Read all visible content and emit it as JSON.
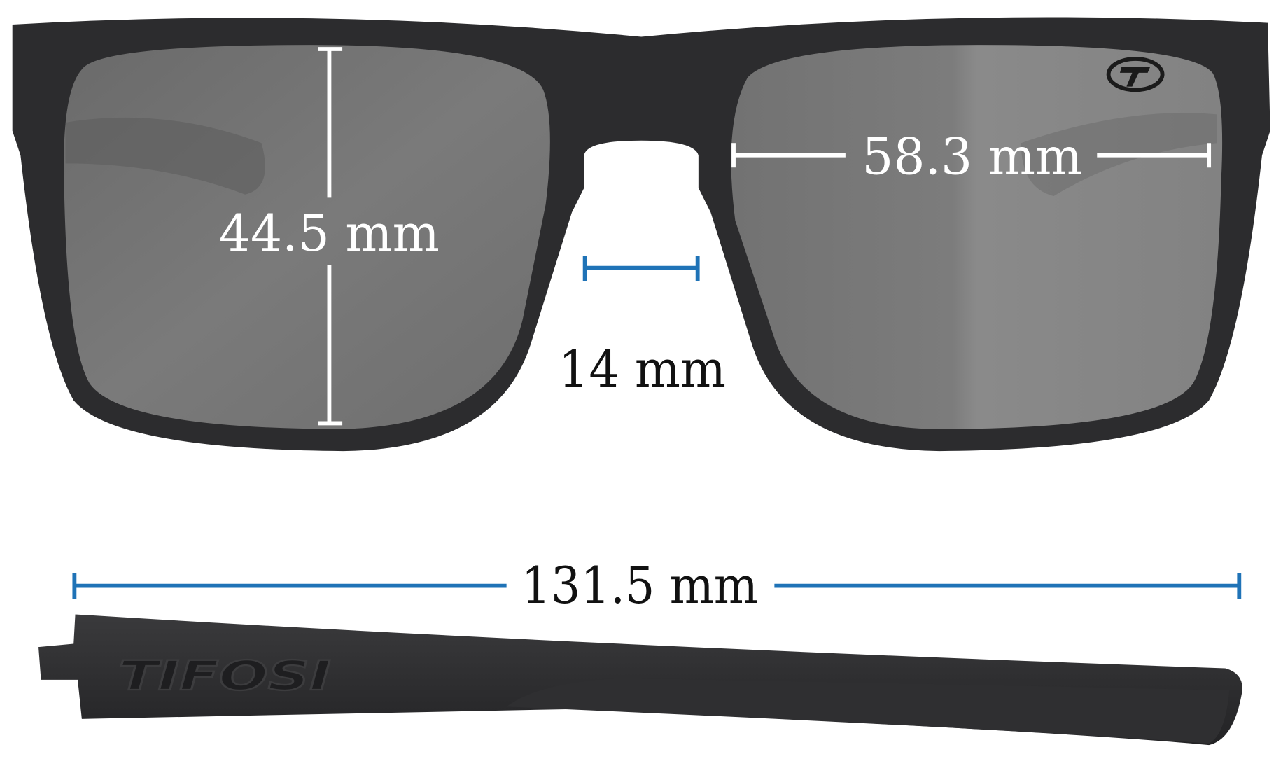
{
  "dimensions": {
    "lens_height": "44.5 mm",
    "lens_width": "58.3 mm",
    "bridge_width": "14 mm",
    "temple_length": "131.5 mm"
  },
  "brand_logo": "TIFOSI",
  "colors": {
    "frame": "#2b2b2d",
    "lens": "#707070",
    "white_marker": "#ffffff",
    "blue_marker": "#1f73b7",
    "label_dark": "#111111"
  },
  "icons": {
    "lens_logo": "tifosi-t-logo-icon"
  }
}
